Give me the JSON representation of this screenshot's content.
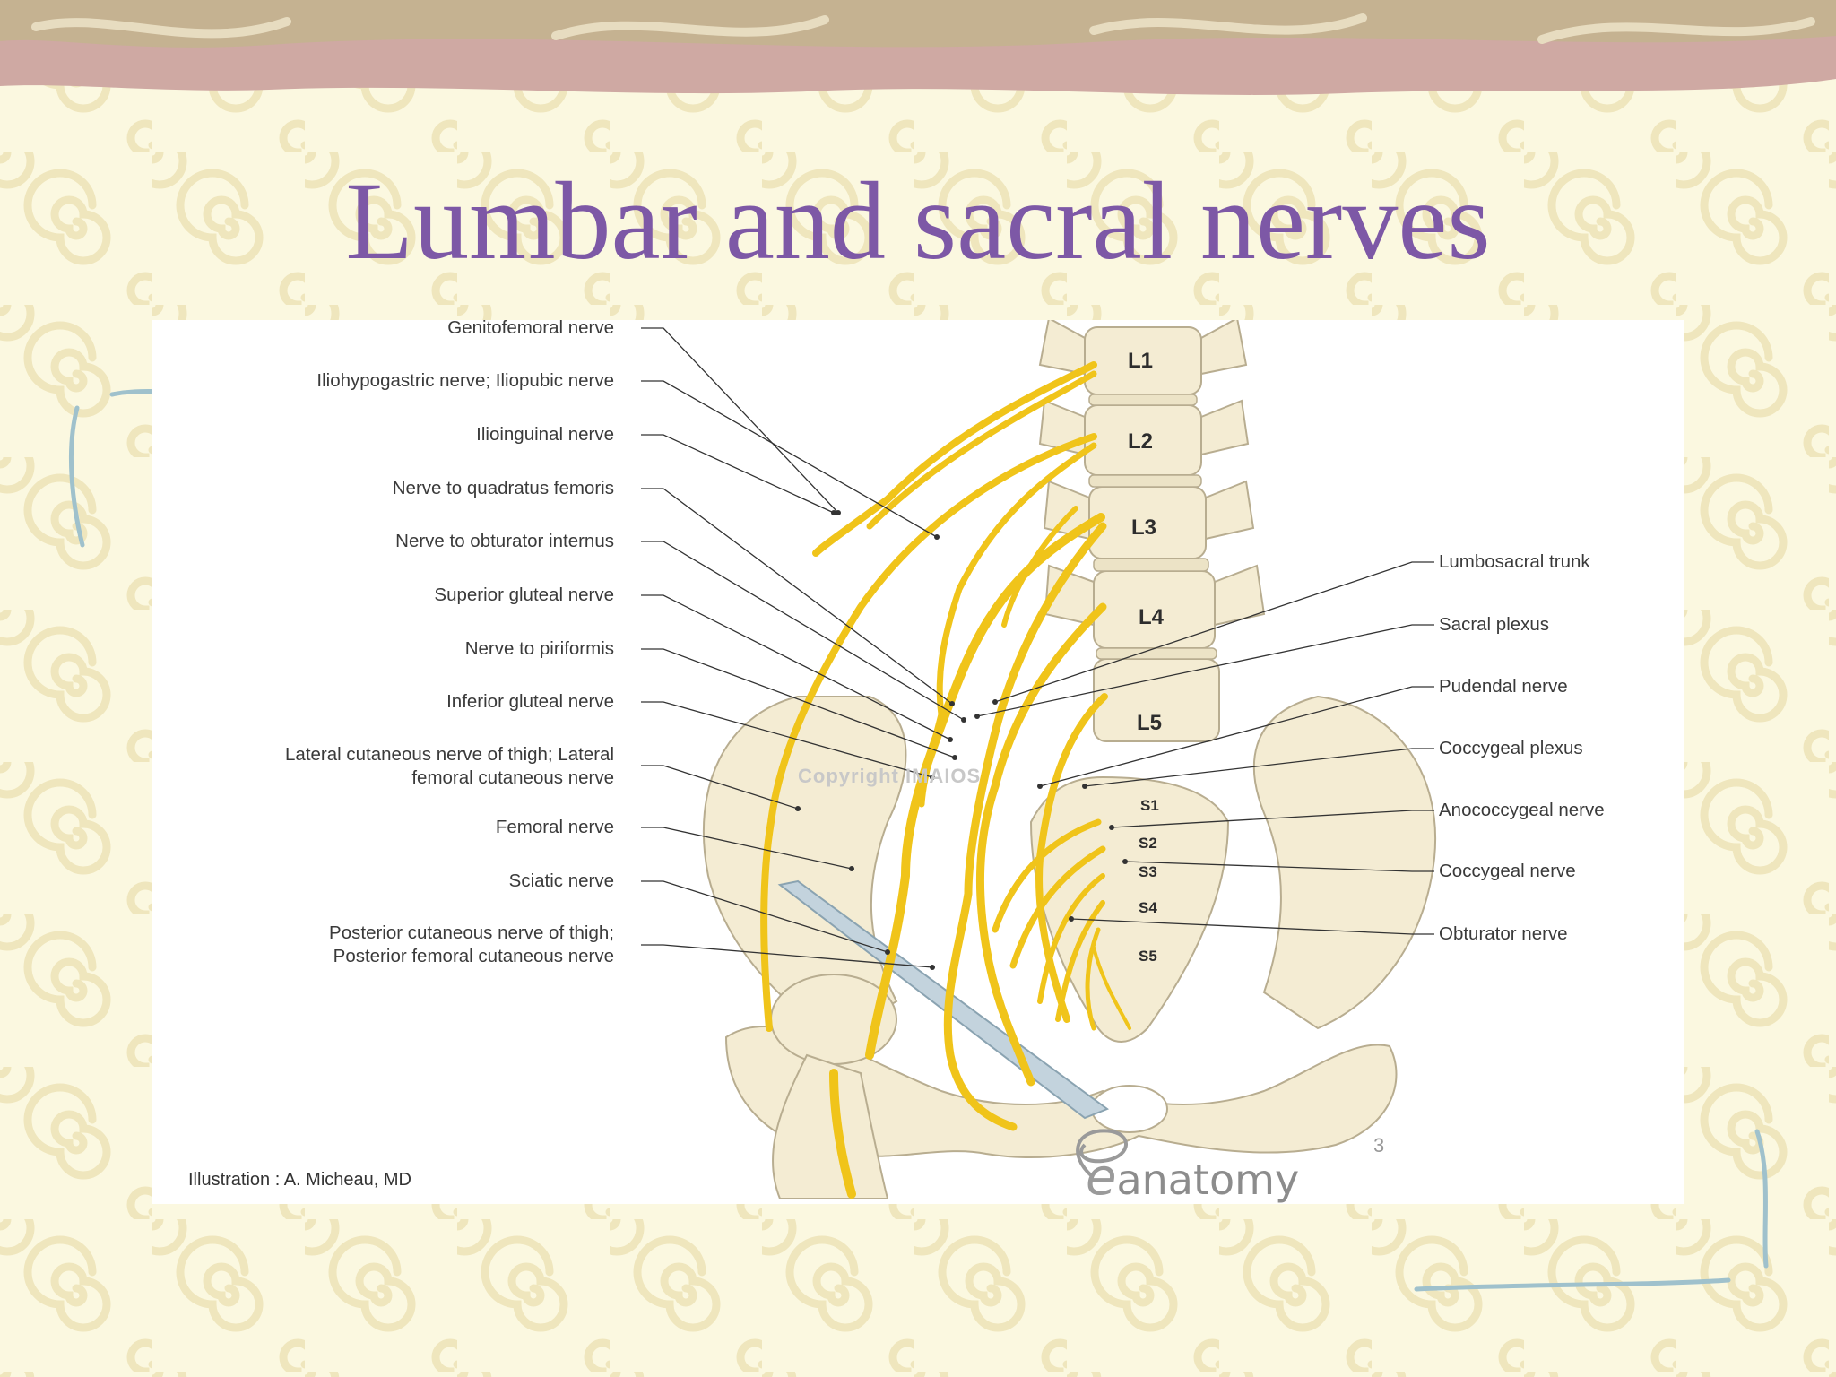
{
  "slide": {
    "title": "Lumbar and sacral nerves",
    "colors": {
      "title": "#7d58a6",
      "background": "#fbf8e0",
      "banner": "#cfa9a3",
      "swirl": "#efe6bd",
      "bracket": "#9fc1cc",
      "nerve": "#f0c41a",
      "bone": "#f4ecd3",
      "ligament": "#c3d3dd"
    }
  },
  "figure": {
    "vertebrae": [
      "L1",
      "L2",
      "L3",
      "L4",
      "L5",
      "S1",
      "S2",
      "S3",
      "S4",
      "S5"
    ],
    "left_labels": [
      "Genitofemoral nerve",
      "Iliohypogastric nerve; Iliopubic nerve",
      "Ilioinguinal nerve",
      "Nerve to quadratus femoris",
      "Nerve to obturator internus",
      "Superior gluteal nerve",
      "Nerve to piriformis",
      "Inferior gluteal nerve",
      "Lateral cutaneous nerve of thigh; Lateral femoral cutaneous nerve",
      "Femoral nerve",
      "Sciatic nerve",
      "Posterior cutaneous nerve of thigh; Posterior femoral cutaneous nerve"
    ],
    "left_label_lines": [
      [
        "Genitofemoral nerve"
      ],
      [
        "Iliohypogastric nerve; Iliopubic nerve"
      ],
      [
        "Ilioinguinal nerve"
      ],
      [
        "Nerve to quadratus femoris"
      ],
      [
        "Nerve to obturator internus"
      ],
      [
        "Superior gluteal nerve"
      ],
      [
        "Nerve to piriformis"
      ],
      [
        "Inferior gluteal nerve"
      ],
      [
        "Lateral cutaneous nerve of thigh; Lateral",
        "femoral cutaneous nerve"
      ],
      [
        "Femoral nerve"
      ],
      [
        "Sciatic nerve"
      ],
      [
        "Posterior cutaneous nerve of thigh;",
        "Posterior femoral cutaneous nerve"
      ]
    ],
    "right_labels": [
      "Lumbosacral trunk",
      "Sacral plexus",
      "Pudendal nerve",
      "Coccygeal plexus",
      "Anococcygeal nerve",
      "Coccygeal nerve",
      "Obturator nerve"
    ],
    "credit": "Illustration : A. Micheau, MD",
    "brand": "anatomy",
    "brand_initial": "e",
    "page_number": "3",
    "watermark": "Copyright IMAIOS"
  }
}
